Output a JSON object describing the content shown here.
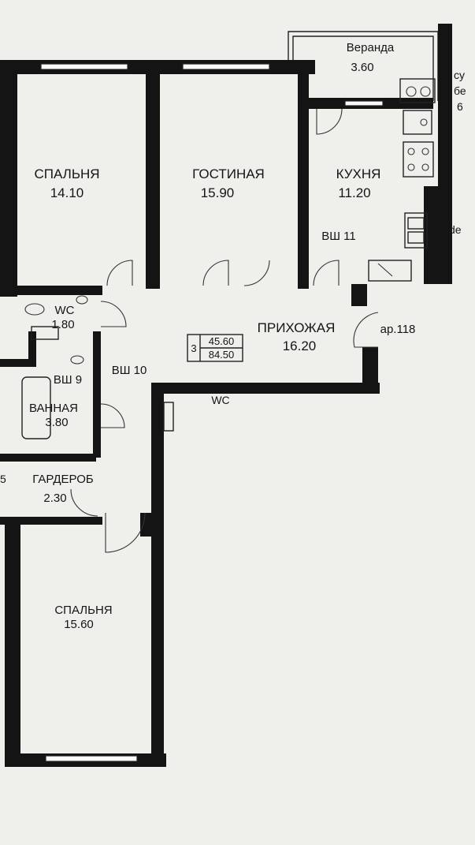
{
  "rooms": {
    "veranda": {
      "name": "Веранда",
      "area": "3.60"
    },
    "bedroom1": {
      "name": "СПАЛЬНЯ",
      "area": "14.10"
    },
    "living": {
      "name": "ГОСТИНАЯ",
      "area": "15.90"
    },
    "kitchen": {
      "name": "КУХНЯ",
      "area": "11.20"
    },
    "wc": {
      "name": "WC",
      "area": "1.80"
    },
    "hall": {
      "name": "ПРИХОЖАЯ",
      "area": "16.20"
    },
    "bath": {
      "name": "ВАННАЯ",
      "area": "3.80"
    },
    "wardrobe": {
      "name": "ГАРДЕРОБ",
      "area": "2.30"
    },
    "bedroom2": {
      "name": "СПАЛЬНЯ",
      "area": "15.60"
    }
  },
  "shafts": {
    "vsh11": "ВШ 11",
    "vsh9": "ВШ 9",
    "vsh10": "ВШ 10"
  },
  "apartment": {
    "number": "ар.118",
    "rooms_count": "3",
    "living_area": "45.60",
    "total_area": "84.50"
  },
  "neighbor": {
    "wc": "WC",
    "partial_top": "су",
    "partial_mid": "бе",
    "partial_num": "6",
    "partial_de": "de",
    "partial_left": "5"
  }
}
